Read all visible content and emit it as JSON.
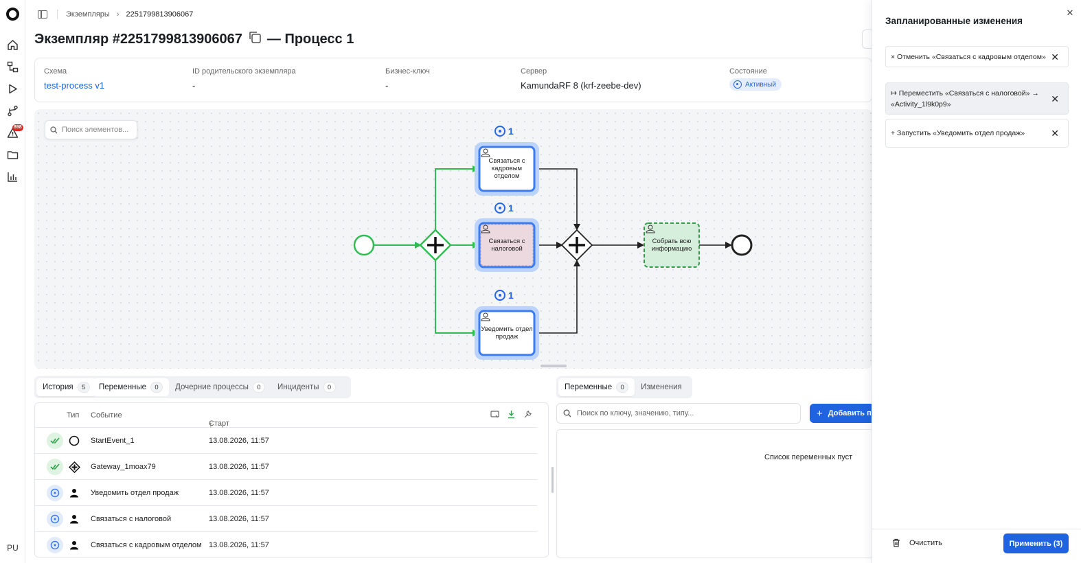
{
  "user": {
    "initials": "PU"
  },
  "nav": {
    "alerts_badge": "898"
  },
  "breadcrumb": {
    "parent": "Экземпляры",
    "current": "2251799813906067"
  },
  "title": {
    "main": "Экземпляр #2251799813906067",
    "suffix": "— Процесс 1"
  },
  "info": {
    "schema_label": "Схема",
    "schema_value": "test-process v1",
    "parent_label": "ID родительского экземпляра",
    "parent_value": "-",
    "bkey_label": "Бизнес-ключ",
    "bkey_value": "-",
    "server_label": "Сервер",
    "server_value": "KamundaRF 8 (krf-zeebe-dev)",
    "state_label": "Состояние",
    "state_value": "Активный"
  },
  "canvas": {
    "search_placeholder": "Поиск элементов...",
    "tasks": {
      "hr": "Связаться с кадровым отделом",
      "tax": "Связаться с налоговой",
      "sales": "Уведомить отдел продаж",
      "collect": "Собрать всю информацию"
    },
    "badges": {
      "hr": "1",
      "tax": "1",
      "sales": "1"
    }
  },
  "tabs_left": {
    "history": "История",
    "history_count": "5",
    "vars": "Переменные",
    "vars_count": "0",
    "child": "Дочерние процессы",
    "child_count": "0",
    "incidents": "Инциденты",
    "incidents_count": "0"
  },
  "history_table": {
    "headers": {
      "type": "Тип",
      "event": "Событие",
      "start": "Старт"
    },
    "rows": [
      {
        "status": "completed",
        "type_icon": "start-event-icon",
        "event": "StartEvent_1",
        "start": "13.08.2026, 11:57"
      },
      {
        "status": "completed",
        "type_icon": "gateway-icon",
        "event": "Gateway_1moax79",
        "start": "13.08.2026, 11:57"
      },
      {
        "status": "active",
        "type_icon": "user-task-icon",
        "event": "Уведомить отдел продаж",
        "start": "13.08.2026, 11:57"
      },
      {
        "status": "active",
        "type_icon": "user-task-icon",
        "event": "Связаться с налоговой",
        "start": "13.08.2026, 11:57"
      },
      {
        "status": "active",
        "type_icon": "user-task-icon",
        "event": "Связаться с кадровым отделом",
        "start": "13.08.2026, 11:57"
      }
    ]
  },
  "tabs_right": {
    "vars": "Переменные",
    "vars_count": "0",
    "changes": "Изменения"
  },
  "vars_panel": {
    "search_placeholder": "Поиск по ключу, значению, типу...",
    "add_button": "Добавить переменную",
    "empty_text": "Список переменных пуст"
  },
  "changes_panel": {
    "title": "Запланированные изменения",
    "items": [
      "× Отменить «Связаться с кадровым отделом»",
      "↦ Переместить «Связаться с налоговой» → «Activity_1l9k0p9»",
      "+ Запустить «Уведомить отдел продаж»"
    ],
    "clear_label": "Очистить",
    "apply_label": "Применить (3)"
  },
  "colors": {
    "accent": "#1f63e0",
    "flow_green": "#2fbd52",
    "active_blue": "#3b7cf0"
  }
}
